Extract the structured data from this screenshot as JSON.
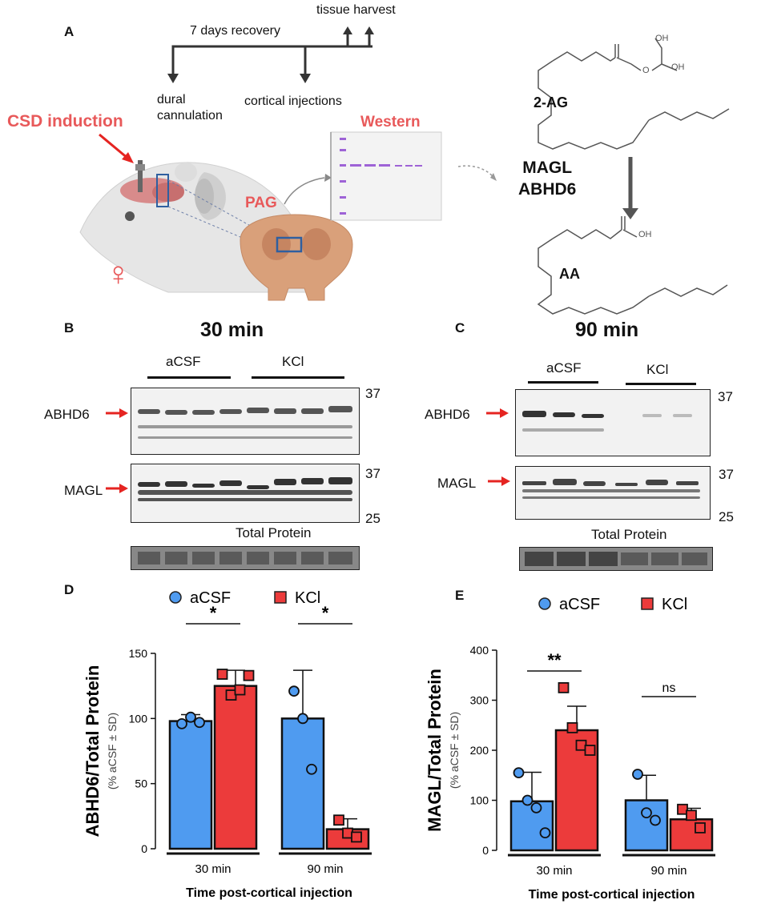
{
  "panels": {
    "A": "A",
    "B": "B",
    "C": "C",
    "D": "D",
    "E": "E"
  },
  "timeline": {
    "recovery": "7 days recovery",
    "harvest": "tissue harvest",
    "dural": "dural\ncannulation",
    "cortical": "cortical injections"
  },
  "schematic": {
    "csd": "CSD induction",
    "western": "Western",
    "pag": "PAG",
    "enzymes": "MAGL\nABHD6",
    "substrate": "2-AG",
    "product": "AA",
    "oh1": "OH",
    "oh2": "OH",
    "o": "O",
    "oh3": "OH",
    "female": "♀"
  },
  "blot30": {
    "title": "30 min",
    "group1": "aCSF",
    "group2": "KCl",
    "abhd6": "ABHD6",
    "magl": "MAGL",
    "mw37a": "37",
    "mw37b": "37",
    "mw25": "25",
    "total": "Total Protein"
  },
  "blot90": {
    "title": "90 min",
    "group1": "aCSF",
    "group2": "KCl",
    "abhd6": "ABHD6",
    "magl": "MAGL",
    "mw37a": "37",
    "mw37b": "37",
    "mw25": "25",
    "total": "Total Protein"
  },
  "colors": {
    "acsf": "#4f9bf0",
    "kcl": "#ec3b3b",
    "accent": "#e8595a",
    "arrow": "#e52421"
  },
  "chart_data": [
    {
      "type": "bar",
      "panel": "D",
      "categories": [
        "30 min",
        "90 min"
      ],
      "legend": [
        "aCSF",
        "KCl"
      ],
      "ylabel": "ABHD6/Total Protein",
      "ysublabel": "(% aCSF ± SD)",
      "xlabel": "Time post-cortical injection",
      "ylim": [
        0,
        150
      ],
      "yticks": [
        "0",
        "50",
        "100",
        "150"
      ],
      "series": [
        {
          "name": "aCSF",
          "values": [
            98,
            100
          ],
          "sd": [
            5,
            37
          ],
          "points": [
            [
              96,
              101,
              97
            ],
            [
              121,
              100,
              61
            ]
          ]
        },
        {
          "name": "KCl",
          "values": [
            125,
            15
          ],
          "sd": [
            12,
            8
          ],
          "points": [
            [
              134,
              118,
              122,
              133
            ],
            [
              22,
              12,
              9
            ]
          ]
        }
      ],
      "significance": [
        "*",
        "*"
      ]
    },
    {
      "type": "bar",
      "panel": "E",
      "categories": [
        "30 min",
        "90 min"
      ],
      "legend": [
        "aCSF",
        "KCl"
      ],
      "ylabel": "MAGL/Total Protein",
      "ysublabel": "(% aCSF ± SD)",
      "xlabel": "Time post-cortical injection",
      "ylim": [
        0,
        400
      ],
      "yticks": [
        "0",
        "100",
        "200",
        "300",
        "400"
      ],
      "series": [
        {
          "name": "aCSF",
          "values": [
            98,
            100
          ],
          "sd": [
            58,
            50
          ],
          "points": [
            [
              155,
              100,
              85,
              35
            ],
            [
              152,
              75,
              60
            ]
          ]
        },
        {
          "name": "KCl",
          "values": [
            240,
            62
          ],
          "sd": [
            48,
            22
          ],
          "points": [
            [
              325,
              245,
              210,
              200
            ],
            [
              82,
              70,
              45
            ]
          ]
        }
      ],
      "significance": [
        "**",
        "ns"
      ]
    }
  ]
}
